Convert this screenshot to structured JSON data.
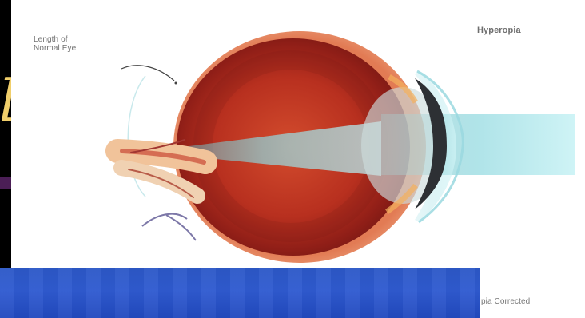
{
  "labels": {
    "length_of_normal_eye": "Length of\nNormal Eye",
    "hyperopia": "Hyperopia",
    "bottom_right_text": "pia Corrected"
  },
  "colors": {
    "background": "#000000",
    "panel": "#ffffff",
    "eye_red": "#b3261e",
    "eye_orange": "#d5502f",
    "beam": "#9bdde7",
    "banner": "#2f5ad0",
    "left_glyph": "#f1cf6b",
    "left_band": "#4b1e56"
  },
  "icons": {
    "left_glyph": "italic-l-glyph"
  }
}
